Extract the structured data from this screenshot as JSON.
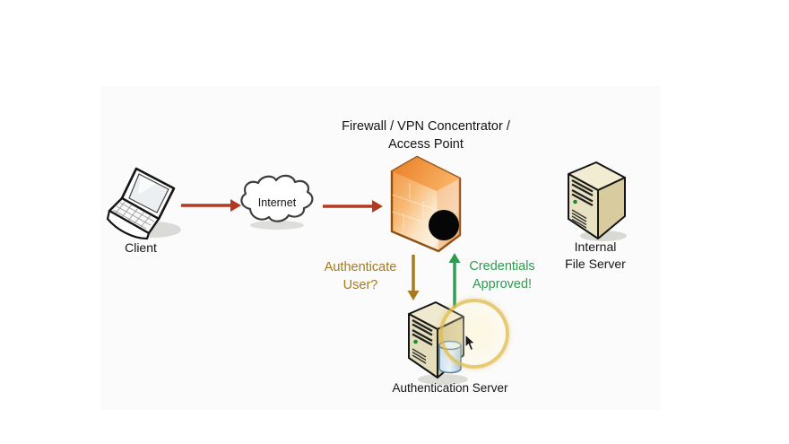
{
  "colors": {
    "background": "#ffffff",
    "panel": "#fbfbfb",
    "arrow_red": "#b23a20",
    "auth_gold": "#a6791c",
    "approved_green": "#2e9b50",
    "firewall_orange": "#f09140",
    "highlight_yellow": "#e0ba49"
  },
  "title": {
    "line1": "Firewall / VPN Concentrator /",
    "line2": "Access Point"
  },
  "nodes": {
    "client": {
      "label": "Client"
    },
    "internet": {
      "label": "Internet"
    },
    "internal_file_server": {
      "line1": "Internal",
      "line2": "File Server"
    },
    "authentication_server": {
      "label": "Authentication Server"
    }
  },
  "flows": {
    "authenticate": {
      "line1": "Authenticate",
      "line2": "User?"
    },
    "credentials": {
      "line1": "Credentials",
      "line2": "Approved!"
    }
  },
  "icons": {
    "client": "laptop-icon",
    "internet": "cloud-icon",
    "firewall": "firewall-brick-box-icon",
    "internal_file_server": "server-tower-icon",
    "authentication_server": "server-database-icon",
    "pointer": "mouse-cursor-icon",
    "highlight": "highlight-circle",
    "marker": "black-circle-marker"
  }
}
